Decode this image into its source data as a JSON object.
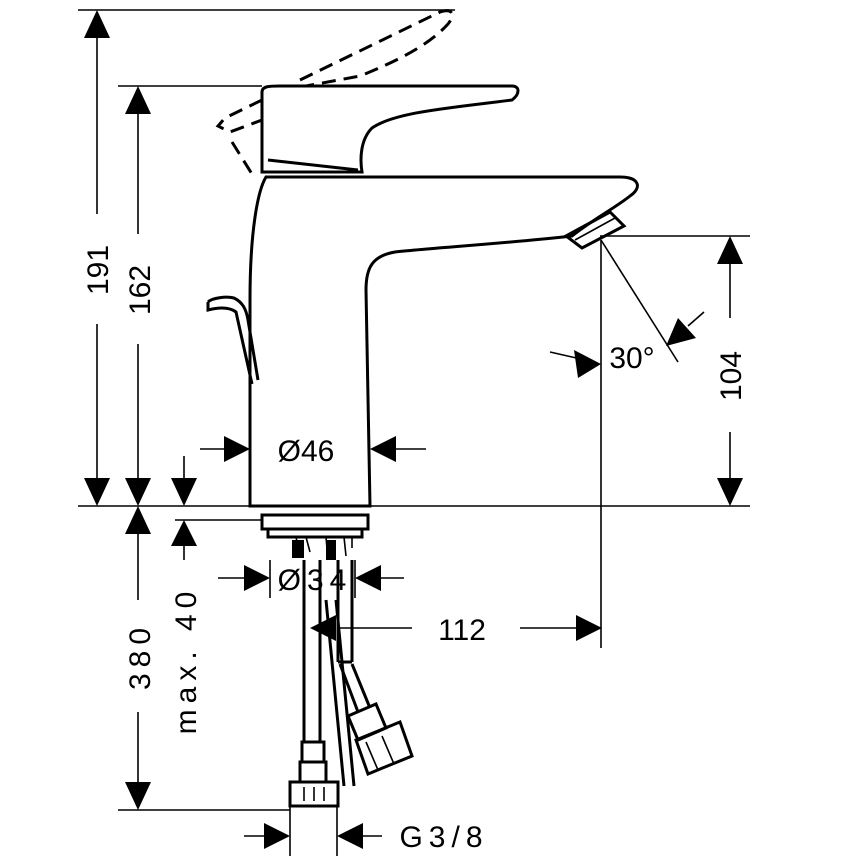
{
  "dimensions": {
    "total_height": "191",
    "lever_height": "162",
    "spout_height": "104",
    "body_diameter": "Ø46",
    "spout_angle": "30°",
    "spout_projection": "112",
    "hole_diameter": "Ø34",
    "max_deck_thickness": "max. 40",
    "hose_length": "380",
    "connection_thread": "G3/8"
  }
}
